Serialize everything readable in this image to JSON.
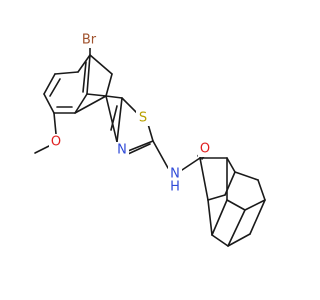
{
  "molecule": {
    "atoms": {
      "br": {
        "text": "Br",
        "color": "#a0522d"
      },
      "o_methoxy": {
        "text": "O",
        "color": "#e02020"
      },
      "n_ring": {
        "text": "N",
        "color": "#2f4ad8"
      },
      "s_ring": {
        "text": "S",
        "color": "#b8a000"
      },
      "nh": {
        "text": "N",
        "color": "#2f4ad8"
      },
      "h": {
        "text": "H",
        "color": "#2f4ad8"
      },
      "o_carbonyl": {
        "text": "O",
        "color": "#e02020"
      }
    },
    "bond_color": "#1a1a1a"
  }
}
